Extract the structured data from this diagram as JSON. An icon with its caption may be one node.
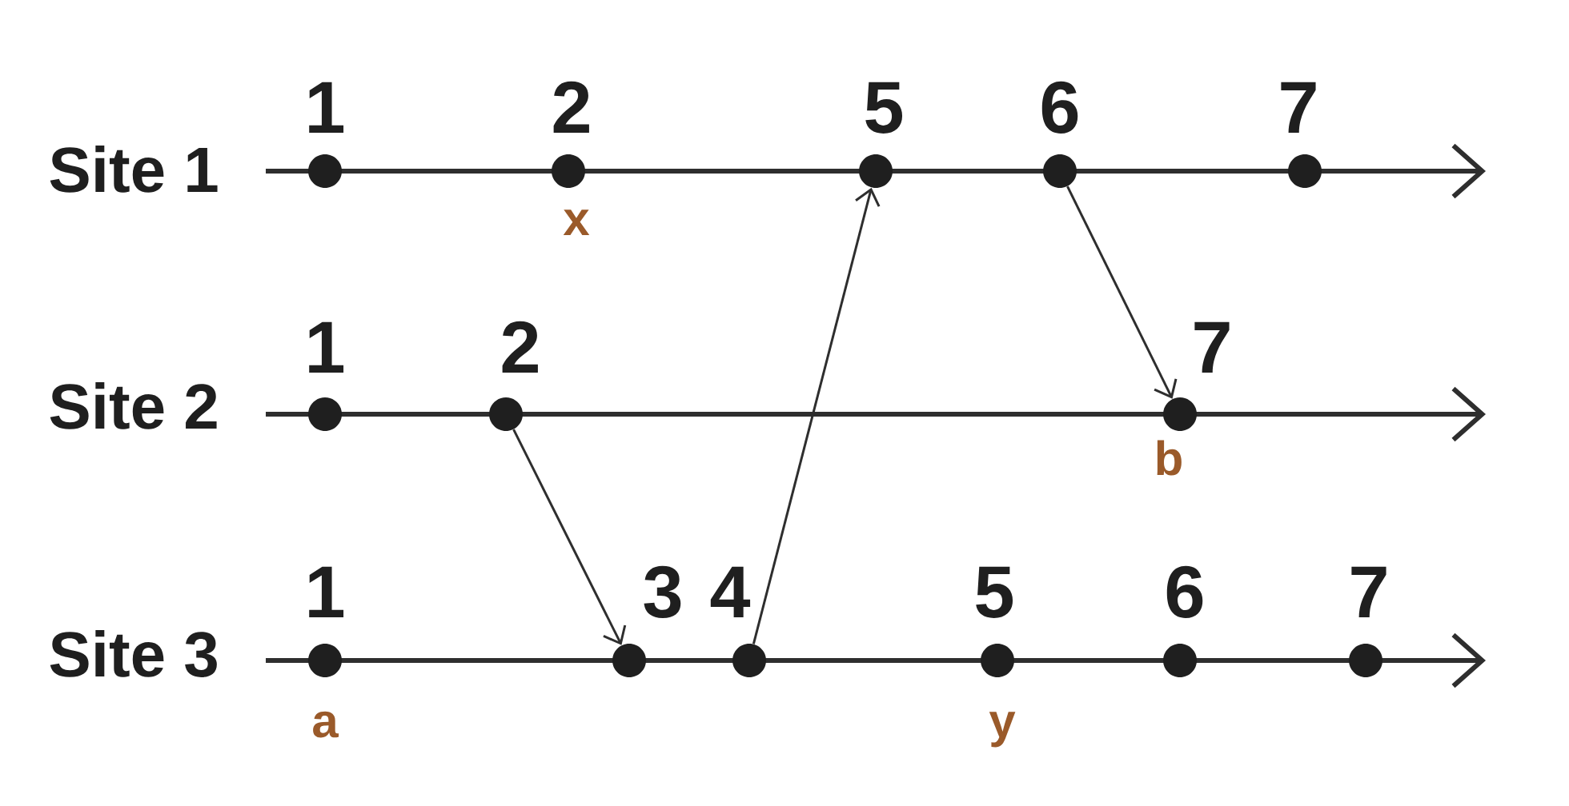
{
  "diagram": {
    "nodes": [
      {
        "text": [
          "1"
        ]
      },
      {
        "text": [
          "2"
        ],
        "beside": [
          "x"
        ]
      },
      {
        "text": [
          "5"
        ]
      },
      {
        "text": [
          "6"
        ]
      },
      {
        "text": [
          "7"
        ]
      },
      {
        "text": [
          "1"
        ]
      },
      {
        "text": [
          "2"
        ]
      },
      {
        "text": [
          "7"
        ],
        "beside": [
          "b"
        ]
      },
      {
        "text": [
          "1"
        ],
        "beside": [
          "a"
        ]
      },
      {
        "text": [
          "3"
        ]
      },
      {
        "text": [
          "4"
        ]
      },
      {
        "text": [
          "5"
        ],
        "beside": [
          "y"
        ]
      },
      {
        "text": [
          "6"
        ]
      },
      {
        "text": [
          "7"
        ]
      }
    ],
    "edges": [
      {
        "from": 6,
        "to": 9,
        "arrow": "to"
      },
      {
        "from": 10,
        "to": 2,
        "arrow": "to"
      },
      {
        "from": 3,
        "to": 7,
        "arrow": "to"
      }
    ],
    "labels": [
      "Site 1",
      "Site 2",
      "Site 3"
    ]
  }
}
